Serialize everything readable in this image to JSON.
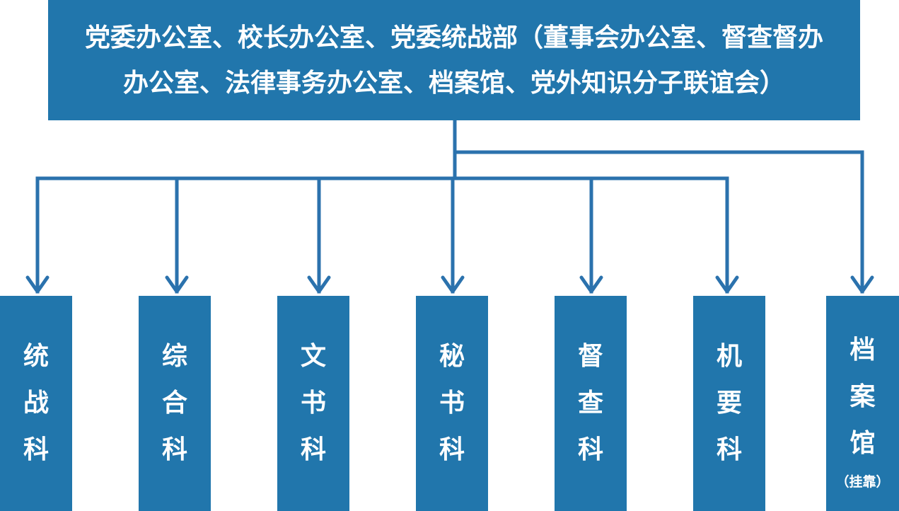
{
  "top": {
    "lines": [
      "党委办公室、校长办公室、党委统战部（董事会办公室、督查督办",
      "办公室、法律事务办公室、档案馆、党外知识分子联谊会）"
    ]
  },
  "departments": [
    {
      "chars": [
        "统",
        "战",
        "科"
      ]
    },
    {
      "chars": [
        "综",
        "合",
        "科"
      ]
    },
    {
      "chars": [
        "文",
        "书",
        "科"
      ]
    },
    {
      "chars": [
        "秘",
        "书",
        "科"
      ]
    },
    {
      "chars": [
        "督",
        "查",
        "科"
      ]
    },
    {
      "chars": [
        "机",
        "要",
        "科"
      ]
    },
    {
      "chars": [
        "档",
        "案",
        "馆"
      ],
      "note": "（挂靠）"
    }
  ],
  "colors": {
    "box": "#2176ac",
    "line": "#2b72ad",
    "text": "#ffffff",
    "background": "#ffffff"
  }
}
